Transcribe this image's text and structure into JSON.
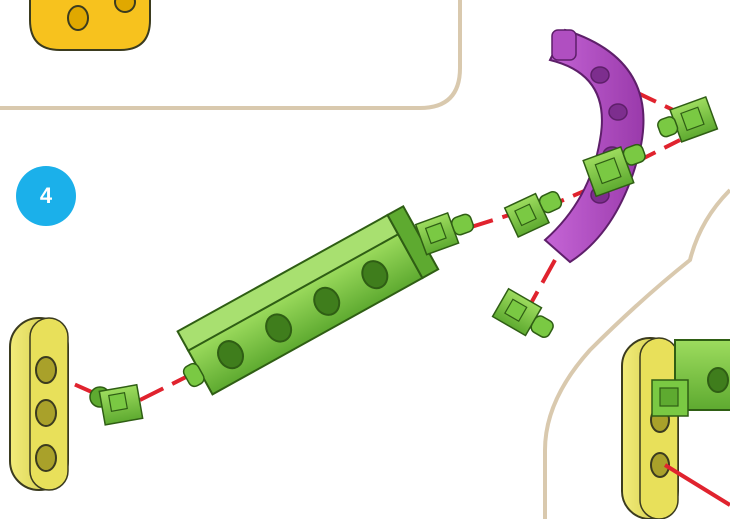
{
  "step": {
    "number": "4",
    "badge_color": "#1bb0ea"
  },
  "colors": {
    "panel_border": "#d9c9ae",
    "connector_line": "#e0232e",
    "part_green": "#7ac943",
    "part_green_dark": "#4e8f24",
    "part_purple": "#b04fc1",
    "part_purple_dark": "#7d2e8e",
    "part_yellow": "#e8e05a",
    "part_yellow_dark": "#a9a12a",
    "part_orange": "#f7c21e",
    "outline": "#3b3b1f"
  },
  "parts": [
    {
      "name": "yellow-beam-left",
      "icon": "yellow-3-hole-beam"
    },
    {
      "name": "green-peg-left",
      "icon": "green-short-peg"
    },
    {
      "name": "green-4-hole-beam",
      "icon": "green-4-hole-beam"
    },
    {
      "name": "green-connector-middle",
      "icon": "green-angle-connector"
    },
    {
      "name": "green-connector-arc",
      "icon": "green-angle-connector"
    },
    {
      "name": "green-peg-lower",
      "icon": "green-short-peg"
    },
    {
      "name": "green-peg-upper-right",
      "icon": "green-short-peg"
    },
    {
      "name": "purple-curved-beam",
      "icon": "purple-curved-beam"
    },
    {
      "name": "yellow-beam-bottom-right",
      "icon": "yellow-3-hole-beam"
    }
  ]
}
